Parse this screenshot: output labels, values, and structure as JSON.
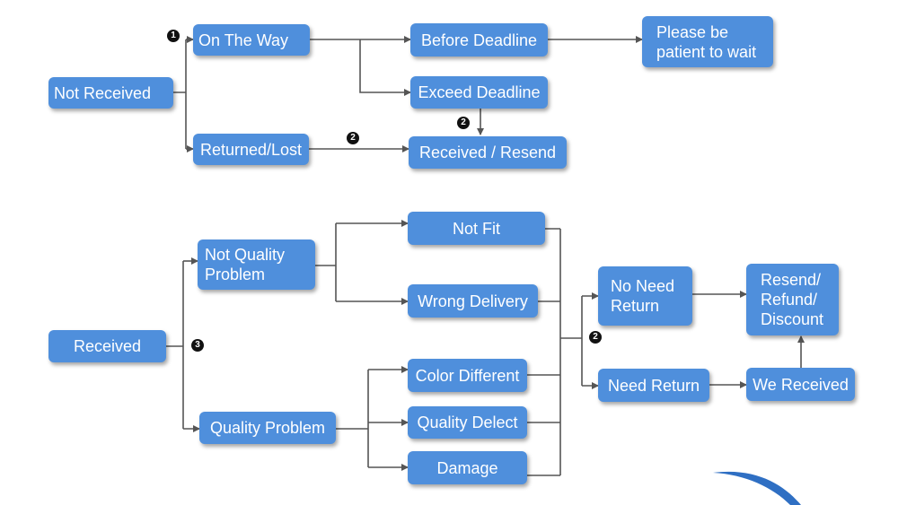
{
  "nodes": {
    "not_received": "Not   Received",
    "on_the_way": "On The Way",
    "before_deadline": "Before Deadline",
    "please_wait": "Please be\npatient to wait",
    "exceed_deadline": "Exceed Deadline",
    "returned_lost": "Returned/Lost",
    "received_resend": "Received / Resend",
    "received": "Received",
    "not_quality_problem": "Not   Quality\nProblem",
    "quality_problem": "Quality Problem",
    "not_fit": "Not Fit",
    "wrong_delivery": "Wrong Delivery",
    "color_different": "Color Different",
    "quality_delect": "Quality Delect",
    "damage": "Damage",
    "no_need_return": "No Need\nReturn",
    "need_return": "Need Return",
    "resend_refund_discount": "Resend/\nRefund/\nDiscount",
    "we_received": "We Received"
  },
  "badges": {
    "step1": "1",
    "step2": "2",
    "step3": "3"
  },
  "colors": {
    "node_fill": "#4f8fdc",
    "node_text": "#ffffff",
    "connector": "#555555"
  }
}
